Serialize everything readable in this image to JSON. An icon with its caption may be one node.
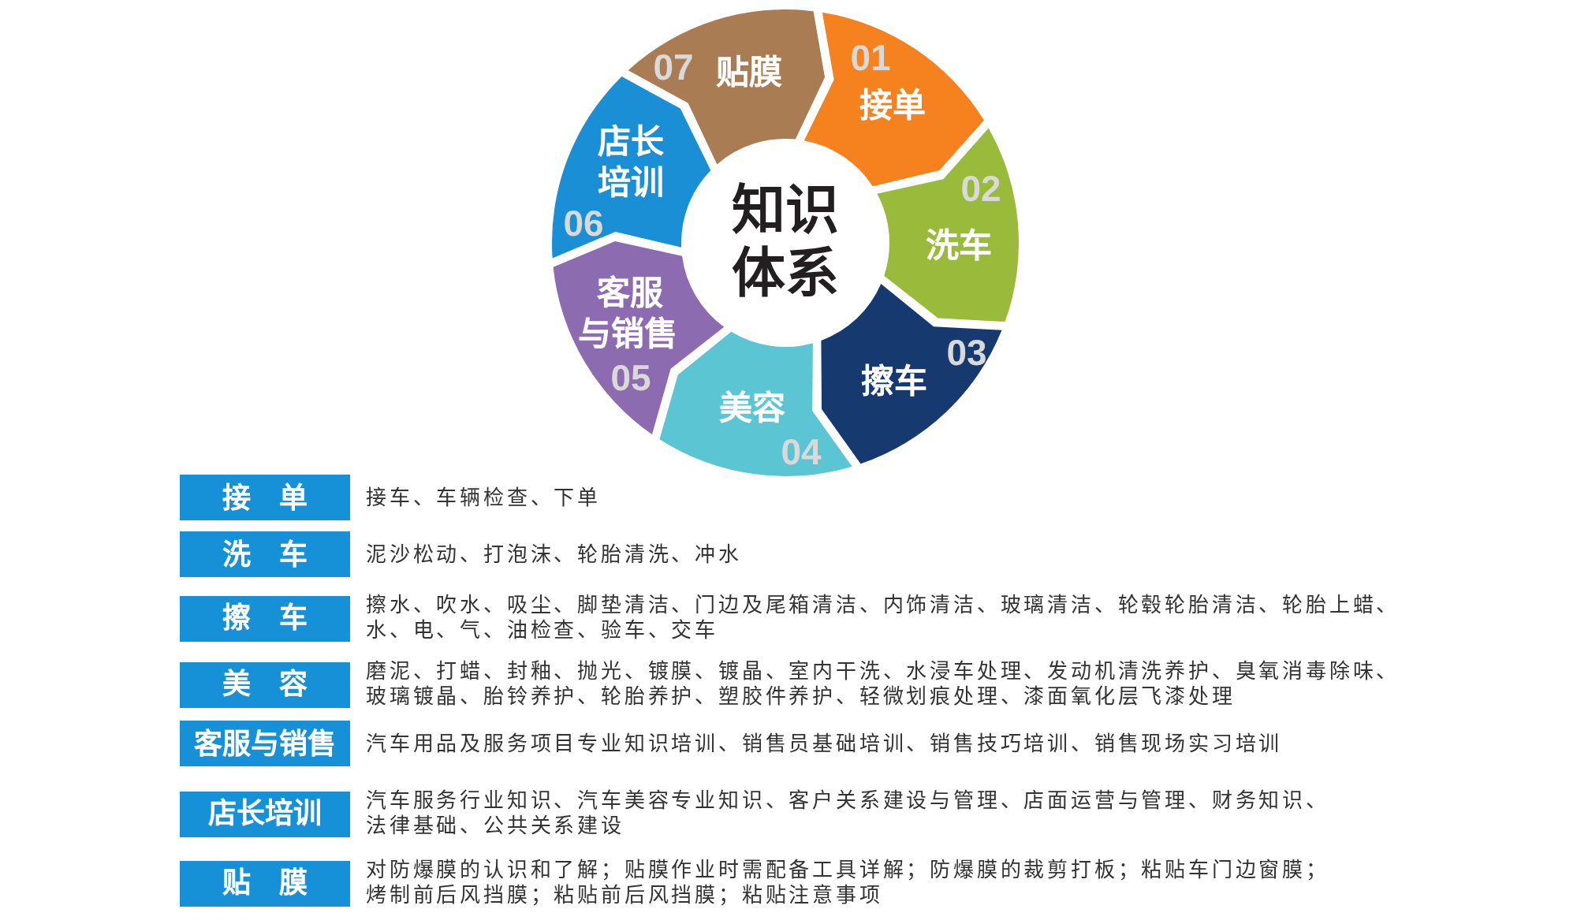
{
  "diagram": {
    "nodes": [
      {
        "text": [
          "01",
          "接单"
        ]
      },
      {
        "text": [
          "02",
          "洗车"
        ]
      },
      {
        "text": [
          "03",
          "擦车"
        ]
      },
      {
        "text": [
          "美容",
          "04"
        ]
      },
      {
        "text": [
          "客服与销售",
          "05"
        ]
      },
      {
        "text": [
          "店长培训",
          "06"
        ]
      },
      {
        "text": [
          "07",
          "贴膜"
        ]
      },
      {
        "text": [
          "知识体系"
        ]
      },
      {
        "text": [
          "接 单"
        ],
        "beside": [
          "接车、车辆检查、下单"
        ]
      },
      {
        "text": [
          "洗 车"
        ],
        "beside": [
          "泥沙松动、打泡沫、轮胎清洗、冲水"
        ]
      },
      {
        "text": [
          "擦 车"
        ],
        "beside": [
          "擦水、吹水、吸尘、脚垫清洁、门边及尾箱清洁、内饰清洁、玻璃清洁、轮毂轮胎清洁、轮胎上蜡、水、电、气、油检查、验车、交车"
        ]
      },
      {
        "text": [
          "美 容"
        ],
        "beside": [
          "磨泥、打蜡、封釉、抛光、镀膜、镀晶、室内干洗、水浸车处理、发动机清洗养护、臭氧消毒除味、玻璃镀晶、胎铃养护、轮胎养护、塑胶件养护、轻微划痕处理、漆面氧化层飞漆处理"
        ]
      },
      {
        "text": [
          "客服与销售"
        ],
        "beside": [
          "汽车用品及服务项目专业知识培训、销售员基础培训、销售技巧培训、销售现场实习培训"
        ]
      },
      {
        "text": [
          "店长培训"
        ],
        "beside": [
          "汽车服务行业知识、汽车美容专业知识、客户关系建设与管理、店面运营与管理、财务知识、法律基础、公共关系建设"
        ]
      },
      {
        "text": [
          "贴 膜"
        ],
        "beside": [
          "对防爆膜的认识和了解；贴膜作业时需配备工具详解；防爆膜的裁剪打板；粘贴车门边窗膜；烤制前后风挡膜；粘贴前后风挡膜；粘贴注意事项"
        ]
      }
    ]
  }
}
